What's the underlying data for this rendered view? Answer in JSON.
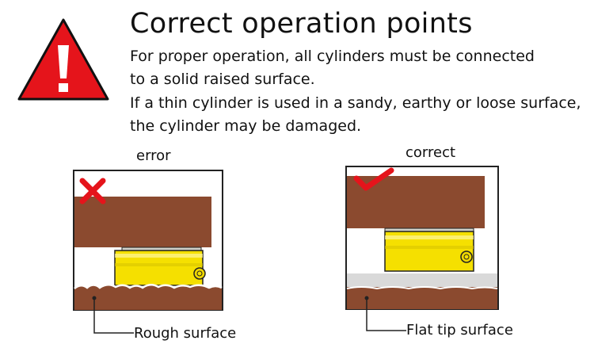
{
  "header": {
    "title": "Correct operation points",
    "lines": [
      "For proper operation, all cylinders must be connected",
      "to a solid raised surface.",
      "If a thin cylinder is used in a sandy, earthy or loose surface,",
      "the cylinder may be damaged."
    ],
    "warning_icon": "exclamation-triangle-icon",
    "warning_color": "#e5141b"
  },
  "panels": {
    "left": {
      "label": "error",
      "callout": "Rough surface",
      "mark_icon": "red-cross-icon"
    },
    "right": {
      "label": "correct",
      "callout": "Flat tip surface",
      "mark_icon": "red-check-icon"
    }
  },
  "colors": {
    "soil": "#8b4a2f",
    "cylinder": "#f5e000",
    "flat_plate": "#d9d9d9",
    "mark": "#e5141b"
  }
}
